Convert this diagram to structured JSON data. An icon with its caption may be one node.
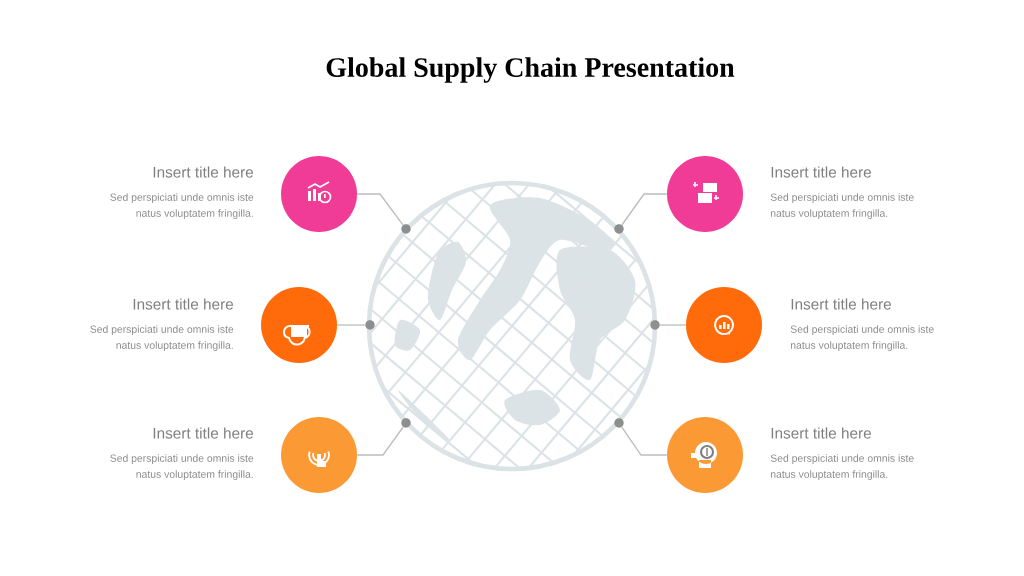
{
  "diagram": {
    "title": "Global Supply Chain Presentation",
    "nodes": [
      {
        "text": [],
        "shape": "picture"
      },
      {
        "text": [],
        "shape": "circle",
        "beside": [
          "Insert title here",
          "Sed perspiciati unde omnis iste natus voluptatem fringilla."
        ]
      },
      {
        "text": [],
        "shape": "circle",
        "beside": [
          "Insert title here",
          "Sed perspiciati unde omnis iste natus voluptatem fringilla."
        ]
      },
      {
        "text": [],
        "shape": "circle",
        "beside": [
          "Insert title here",
          "Sed perspiciati unde omnis iste natus voluptatem fringilla."
        ]
      },
      {
        "text": [],
        "shape": "circle",
        "beside": [
          "Insert title here",
          "Sed perspiciati unde omnis iste natus voluptatem fringilla."
        ]
      },
      {
        "text": [],
        "shape": "circle",
        "beside": [
          "Insert title here",
          "Sed perspiciati unde omnis iste natus voluptatem fringilla."
        ]
      },
      {
        "text": [],
        "shape": "circle",
        "beside": [
          "Insert title here",
          "Sed perspiciati unde omnis iste natus voluptatem fringilla."
        ]
      },
      {
        "text": [],
        "shape": "circle"
      },
      {
        "text": [],
        "shape": "circle"
      },
      {
        "text": [],
        "shape": "circle"
      },
      {
        "text": [],
        "shape": "circle"
      },
      {
        "text": [],
        "shape": "circle"
      },
      {
        "text": [],
        "shape": "circle"
      }
    ],
    "edges": [
      {
        "from": 1,
        "to": 7,
        "arrow": "none"
      },
      {
        "from": 2,
        "to": 8,
        "arrow": "none"
      },
      {
        "from": 3,
        "to": 9,
        "arrow": "none"
      },
      {
        "from": 4,
        "to": 10,
        "arrow": "none"
      },
      {
        "from": 5,
        "to": 11,
        "arrow": "none"
      },
      {
        "from": 6,
        "to": 12,
        "arrow": "none"
      }
    ]
  }
}
